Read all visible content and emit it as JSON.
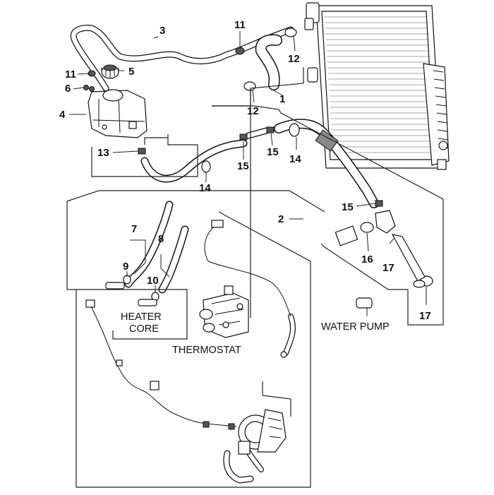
{
  "callouts": {
    "n1": "1",
    "n2": "2",
    "n3": "3",
    "n4": "4",
    "n5": "5",
    "n6": "6",
    "n7": "7",
    "n8": "8",
    "n9": "9",
    "n10": "10",
    "n11a": "11",
    "n11b": "11",
    "n12a": "12",
    "n12b": "12",
    "n13": "13",
    "n14a": "14",
    "n14b": "14",
    "n15a": "15",
    "n15b": "15",
    "n15c": "15",
    "n16": "16",
    "n17a": "17",
    "n17b": "17"
  },
  "captions": {
    "heater_line1": "HEATER",
    "heater_line2": "CORE",
    "thermostat": "THERMOSTAT",
    "water_pump": "WATER PUMP"
  }
}
